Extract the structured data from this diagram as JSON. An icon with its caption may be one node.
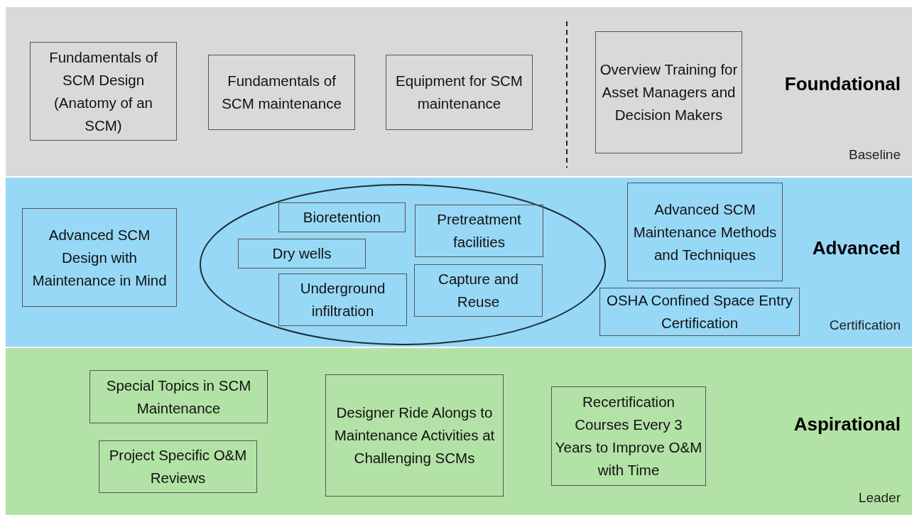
{
  "diagram": {
    "nodes": [
      {
        "text": [
          "Foundational",
          "Baseline"
        ]
      },
      {
        "text": [
          "Fundamentals of SCM Design (Anatomy of an SCM)"
        ],
        "in": 0
      },
      {
        "text": [
          "Fundamentals of SCM maintenance"
        ],
        "in": 0
      },
      {
        "text": [
          "Equipment for SCM maintenance"
        ],
        "in": 0
      },
      {
        "text": [
          "Overview Training for Asset Managers and Decision Makers"
        ],
        "in": 0
      },
      {
        "text": [
          "Advanced",
          "Certification"
        ]
      },
      {
        "text": [
          "Advanced SCM Design with Maintenance in Mind"
        ],
        "in": 5
      },
      {
        "text": [],
        "shape": "ellipse",
        "in": 5
      },
      {
        "text": [
          "Bioretention"
        ],
        "in": 7
      },
      {
        "text": [
          "Pretreatment facilities"
        ],
        "in": 7
      },
      {
        "text": [
          "Dry wells"
        ],
        "in": 7
      },
      {
        "text": [
          "Underground infiltration"
        ],
        "in": 7
      },
      {
        "text": [
          "Capture and Reuse"
        ],
        "in": 7
      },
      {
        "text": [
          "Advanced SCM Maintenance Methods and Techniques"
        ],
        "in": 5
      },
      {
        "text": [
          "OSHA Confined Space Entry Certification"
        ],
        "in": 5
      },
      {
        "text": [
          "Aspirational",
          "Leader"
        ]
      },
      {
        "text": [
          "Special Topics in SCM Maintenance"
        ],
        "in": 15
      },
      {
        "text": [
          "Project Specific O&M Reviews"
        ],
        "in": 15
      },
      {
        "text": [
          "Designer Ride Alongs to Maintenance Activities at Challenging SCMs"
        ],
        "in": 15
      },
      {
        "text": [
          "Recertification Courses Every 3 Years to Improve O&M with Time"
        ],
        "in": 15
      }
    ]
  }
}
